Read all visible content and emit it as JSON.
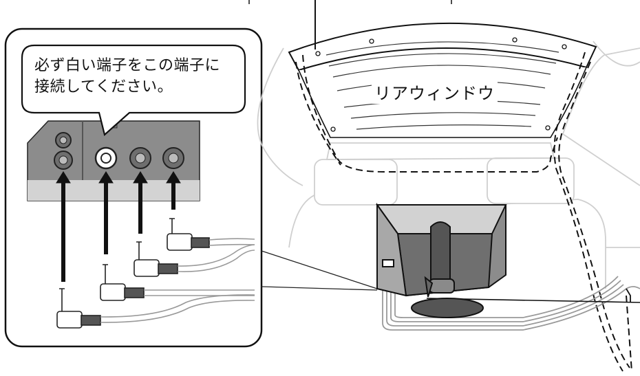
{
  "callout": {
    "line1": "必ず白い端子をこの端子に",
    "line2": "接続してください。"
  },
  "rear_window_label": "リアウィンドウ",
  "colors": {
    "jack_highlight": "#ffffff",
    "panel_gray": "#8c8c8c",
    "cable_gray": "#bdbdbd",
    "outline_gray": "#cfcfcf"
  }
}
